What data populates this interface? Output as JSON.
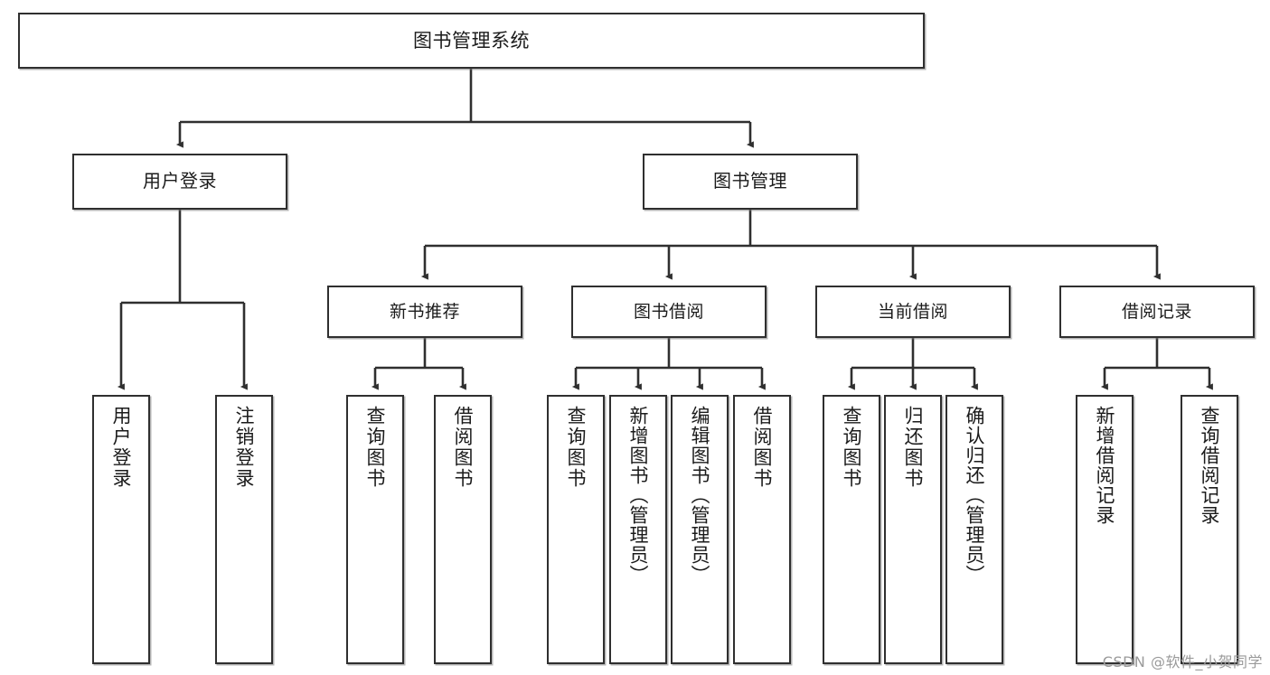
{
  "diagram": {
    "type": "hierarchy-tree",
    "title": "图书管理系统",
    "style": {
      "box_fill": "#ffffff",
      "box_stroke": "#2f2f2f",
      "edge_color": "#2f2f2f",
      "text_color": "#1b1b1b",
      "background": "#ffffff",
      "watermark_color": "#9a9a9a"
    },
    "root": {
      "id": "root",
      "label": "图书管理系统",
      "orientation": "horizontal"
    },
    "level2": [
      {
        "id": "user-login",
        "label": "用户登录",
        "orientation": "horizontal"
      },
      {
        "id": "book-manage",
        "label": "图书管理",
        "orientation": "horizontal"
      }
    ],
    "level3": [
      {
        "id": "new-book-recommend",
        "label": "新书推荐",
        "orientation": "horizontal",
        "parent": "book-manage"
      },
      {
        "id": "book-borrow",
        "label": "图书借阅",
        "orientation": "horizontal",
        "parent": "book-manage"
      },
      {
        "id": "current-borrow",
        "label": "当前借阅",
        "orientation": "horizontal",
        "parent": "book-manage"
      },
      {
        "id": "borrow-record",
        "label": "借阅记录",
        "orientation": "horizontal",
        "parent": "book-manage"
      }
    ],
    "leaves": [
      {
        "id": "leaf-user-login",
        "label": "用户登录",
        "orientation": "vertical",
        "parent": "user-login"
      },
      {
        "id": "leaf-user-logout",
        "label": "注销登录",
        "orientation": "vertical",
        "parent": "user-login"
      },
      {
        "id": "leaf-query-book-1",
        "label": "查询图书",
        "orientation": "vertical",
        "parent": "new-book-recommend"
      },
      {
        "id": "leaf-borrow-book-1",
        "label": "借阅图书",
        "orientation": "vertical",
        "parent": "new-book-recommend"
      },
      {
        "id": "leaf-query-book-2",
        "label": "查询图书",
        "orientation": "vertical",
        "parent": "book-borrow"
      },
      {
        "id": "leaf-add-book",
        "label": "新增图书（管理员）",
        "orientation": "vertical",
        "parent": "book-borrow"
      },
      {
        "id": "leaf-edit-book",
        "label": "编辑图书（管理员）",
        "orientation": "vertical",
        "parent": "book-borrow"
      },
      {
        "id": "leaf-borrow-book-2",
        "label": "借阅图书",
        "orientation": "vertical",
        "parent": "book-borrow"
      },
      {
        "id": "leaf-query-book-3",
        "label": "查询图书",
        "orientation": "vertical",
        "parent": "current-borrow"
      },
      {
        "id": "leaf-return-book",
        "label": "归还图书",
        "orientation": "vertical",
        "parent": "current-borrow"
      },
      {
        "id": "leaf-confirm-return",
        "label": "确认归还（管理员）",
        "orientation": "vertical",
        "parent": "current-borrow"
      },
      {
        "id": "leaf-add-record",
        "label": "新增借阅记录",
        "orientation": "vertical",
        "parent": "borrow-record"
      },
      {
        "id": "leaf-query-record",
        "label": "查询借阅记录",
        "orientation": "vertical",
        "parent": "borrow-record"
      }
    ],
    "watermark": "CSDN @软件_小贺同学"
  }
}
